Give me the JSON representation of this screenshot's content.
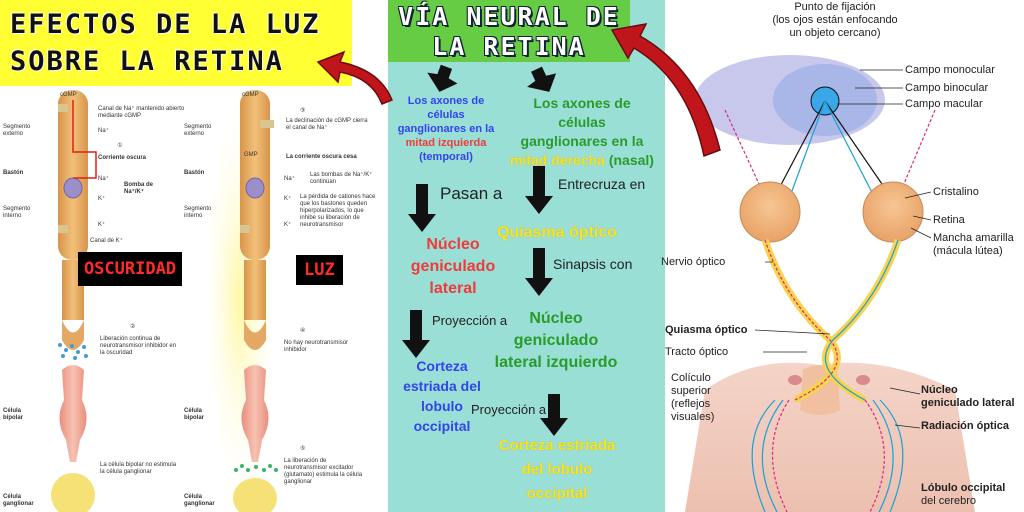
{
  "left_panel": {
    "title_line1": "EFECTOS DE LA LUZ",
    "title_line2": "SOBRE LA RETINA",
    "dark_tag": "OSCURIDAD",
    "light_tag": "LUZ",
    "rod_labels_dark": {
      "cgmp": "cGMP",
      "segment_outer": "Segmento externo",
      "rod": "Bastón",
      "segment_inner": "Segmento interno",
      "na_channel": "Canal de Na⁺ mantenido abierto mediante cGMP",
      "na_plus_1": "Na⁺",
      "dark_current": "Corriente oscura",
      "na_plus_2": "Na⁺",
      "pump": "Bomba de Na⁺/K⁺",
      "k_plus_1": "K⁺",
      "k_plus_2": "K⁺",
      "k_channel": "Canal de K⁺",
      "step1": "①",
      "step2": "②",
      "step2_text": "Liberación continua de neurotransmisor inhibidor en la oscuridad",
      "bipolar": "Célula bipolar",
      "bipolar_text": "La célula bipolar no estimula la célula ganglionar",
      "ganglion": "Célula ganglionar"
    },
    "rod_labels_light": {
      "cgmp": "cGMP",
      "segment_outer": "Segmento externo",
      "rod": "Bastón",
      "segment_inner": "Segmento interno",
      "step3": "③",
      "step3_text": "La declinación de cGMP cierra el canal de Na⁺",
      "dark_current_stops": "La corriente oscura cesa",
      "gmp": "GMP",
      "na_plus": "Na⁺",
      "pumps_text": "Las bombas de Na⁺/K⁺ continúan",
      "k_plus_1": "K⁺",
      "k_plus_2": "K⁺",
      "cation_text": "La pérdida de cationes hace que los bastones queden hiperpolarizados, lo que inhibe su liberación de neurotransmisor",
      "step4": "④",
      "step4_text": "No hay neurotransmisor inhibidor",
      "bipolar": "Célula bipolar",
      "step5": "⑤",
      "step5_text": "La liberación de neurotransmisor excitador (glutamato) estimula la célula ganglionar",
      "ganglion": "Célula ganglionar"
    }
  },
  "middle_panel": {
    "title_line1": "VÍA NEURAL DE",
    "title_line2": "LA RETINA",
    "left_branch_l1": "Los axones de células",
    "left_branch_l2": "ganglionares en la",
    "left_branch_l3": "mitad izquierda",
    "left_branch_l4": "(temporal)",
    "right_branch_l1": "Los axones de células",
    "right_branch_l2": "ganglionares en la",
    "right_branch_l3": "mitad derecha",
    "right_branch_l4": "(nasal)",
    "pasan_a": "Pasan a",
    "entrecruza_en": "Entrecruza en",
    "ngl_l1": "Núcleo",
    "ngl_l2": "geniculado",
    "ngl_l3": "lateral",
    "quiasma": "Quiasma óptico",
    "sinapsis_con": "Sinapsis con",
    "proyeccion_a_1": "Proyección a",
    "ngli_l1": "Núcleo",
    "ngli_l2": "geniculado",
    "ngli_l3": "lateral izquierdo",
    "corteza_left_l1": "Corteza",
    "corteza_left_l2": "estriada del",
    "corteza_left_l3": "lobulo",
    "corteza_left_l4": "occipital",
    "proyeccion_a_2": "Proyección a",
    "corteza_right_l1": "Corteza estriada",
    "corteza_right_l2": "del lobulo",
    "corteza_right_l3": "occipital"
  },
  "right_panel": {
    "fixation_l1": "Punto de fijación",
    "fixation_l2": "(los ojos están enfocando",
    "fixation_l3": "un objeto cercano)",
    "monocular": "Campo monocular",
    "binocular": "Campo binocular",
    "macular": "Campo macular",
    "cristalino": "Cristalino",
    "retina": "Retina",
    "mancha_l1": "Mancha amarilla",
    "mancha_l2": "(mácula lútea)",
    "nervio": "Nervio óptico",
    "quiasma": "Quiasma óptico",
    "tracto": "Tracto óptico",
    "coliculo_l1": "Colículo",
    "coliculo_l2": "superior",
    "coliculo_l3": "(reflejos",
    "coliculo_l4": "visuales)",
    "nucleo_l1": "Núcleo",
    "nucleo_l2": "geniculado lateral",
    "radiacion": "Radiación óptica",
    "lobulo_l1": "Lóbulo occipital",
    "lobulo_l2": "del cerebro"
  },
  "colors": {
    "title_yellow": "#ffff33",
    "title_green": "#66cc44",
    "middle_bg": "#9adfd6",
    "arrow_red": "#c0161b",
    "text_red": "#ee3b3b",
    "text_green": "#2a9b2a",
    "text_yellow": "#f5e61f",
    "text_blue": "#3344ee"
  }
}
